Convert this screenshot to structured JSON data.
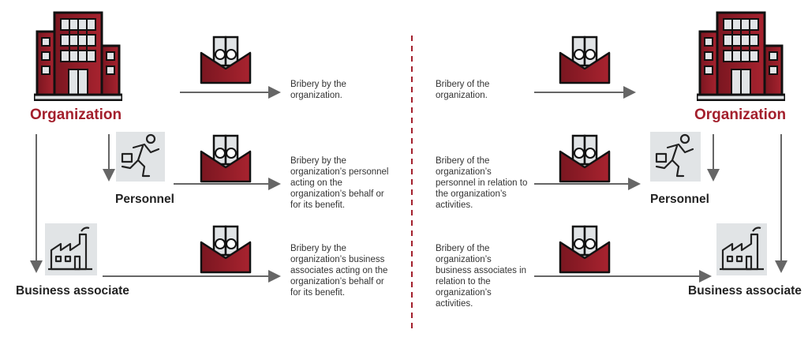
{
  "left": {
    "organization": "Organization",
    "personnel": "Personnel",
    "business_associate": "Business associate",
    "statements": [
      "Bribery by the organization.",
      "Bribery by the organization’s personnel acting on the organization’s behalf or for its benefit.",
      "Bribery by the organization’s business associates acting on the organization’s behalf or for its benefit."
    ]
  },
  "right": {
    "organization": "Organization",
    "personnel": "Personnel",
    "business_associate": "Business associate",
    "statements": [
      "Bribery of the organization.",
      "Bribery of the organization’s personnel in relation to the organization’s activities.",
      "Bribery of the organization’s business associates in relation to the organization’s activities."
    ]
  },
  "colors": {
    "accent": "#a31f2c",
    "arrow": "#666666",
    "icon_bg": "#e1e4e6"
  }
}
